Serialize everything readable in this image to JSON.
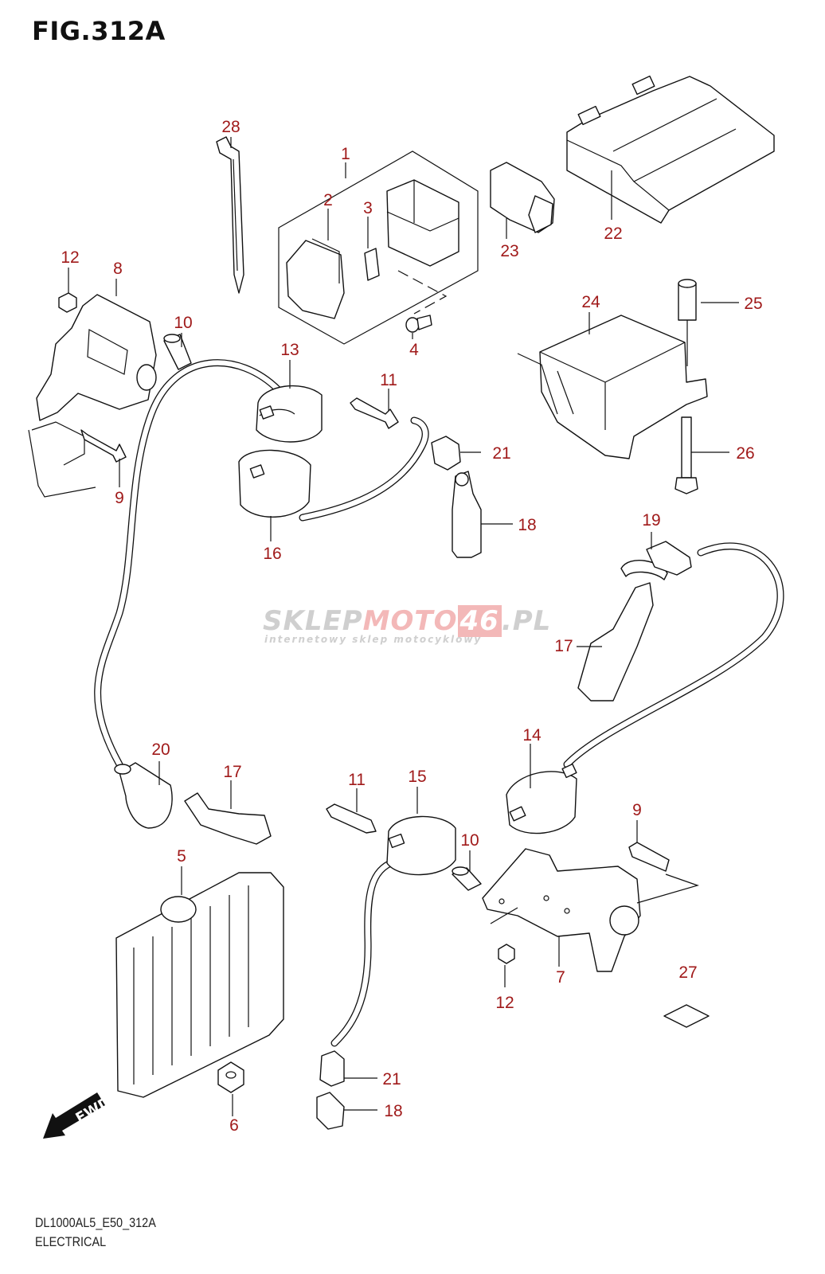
{
  "figure": {
    "title": "FIG.312A",
    "model_code": "DL1000AL5_E50_312A",
    "section_name": "ELECTRICAL",
    "fwd_label": "FWD",
    "label_color": "#a01a1a"
  },
  "watermark": {
    "brand_part1": "SKLEP",
    "brand_part2": "MOTO",
    "brand_part3": "46",
    "brand_part4": ".PL",
    "tagline": "internetowy sklep motocyklowy"
  },
  "callouts": [
    {
      "id": "c1",
      "text": "1"
    },
    {
      "id": "c2",
      "text": "2"
    },
    {
      "id": "c3",
      "text": "3"
    },
    {
      "id": "c4",
      "text": "4"
    },
    {
      "id": "c5",
      "text": "5"
    },
    {
      "id": "c6",
      "text": "6"
    },
    {
      "id": "c7",
      "text": "7"
    },
    {
      "id": "c8",
      "text": "8"
    },
    {
      "id": "c9a",
      "text": "9"
    },
    {
      "id": "c9b",
      "text": "9"
    },
    {
      "id": "c10a",
      "text": "10"
    },
    {
      "id": "c10b",
      "text": "10"
    },
    {
      "id": "c11a",
      "text": "11"
    },
    {
      "id": "c11b",
      "text": "11"
    },
    {
      "id": "c12a",
      "text": "12"
    },
    {
      "id": "c12b",
      "text": "12"
    },
    {
      "id": "c13",
      "text": "13"
    },
    {
      "id": "c14",
      "text": "14"
    },
    {
      "id": "c15",
      "text": "15"
    },
    {
      "id": "c16",
      "text": "16"
    },
    {
      "id": "c17a",
      "text": "17"
    },
    {
      "id": "c17b",
      "text": "17"
    },
    {
      "id": "c18a",
      "text": "18"
    },
    {
      "id": "c18b",
      "text": "18"
    },
    {
      "id": "c19",
      "text": "19"
    },
    {
      "id": "c20",
      "text": "20"
    },
    {
      "id": "c21a",
      "text": "21"
    },
    {
      "id": "c21b",
      "text": "21"
    },
    {
      "id": "c22",
      "text": "22"
    },
    {
      "id": "c23",
      "text": "23"
    },
    {
      "id": "c24",
      "text": "24"
    },
    {
      "id": "c25",
      "text": "25"
    },
    {
      "id": "c26",
      "text": "26"
    },
    {
      "id": "c27",
      "text": "27"
    },
    {
      "id": "c28",
      "text": "28"
    }
  ]
}
